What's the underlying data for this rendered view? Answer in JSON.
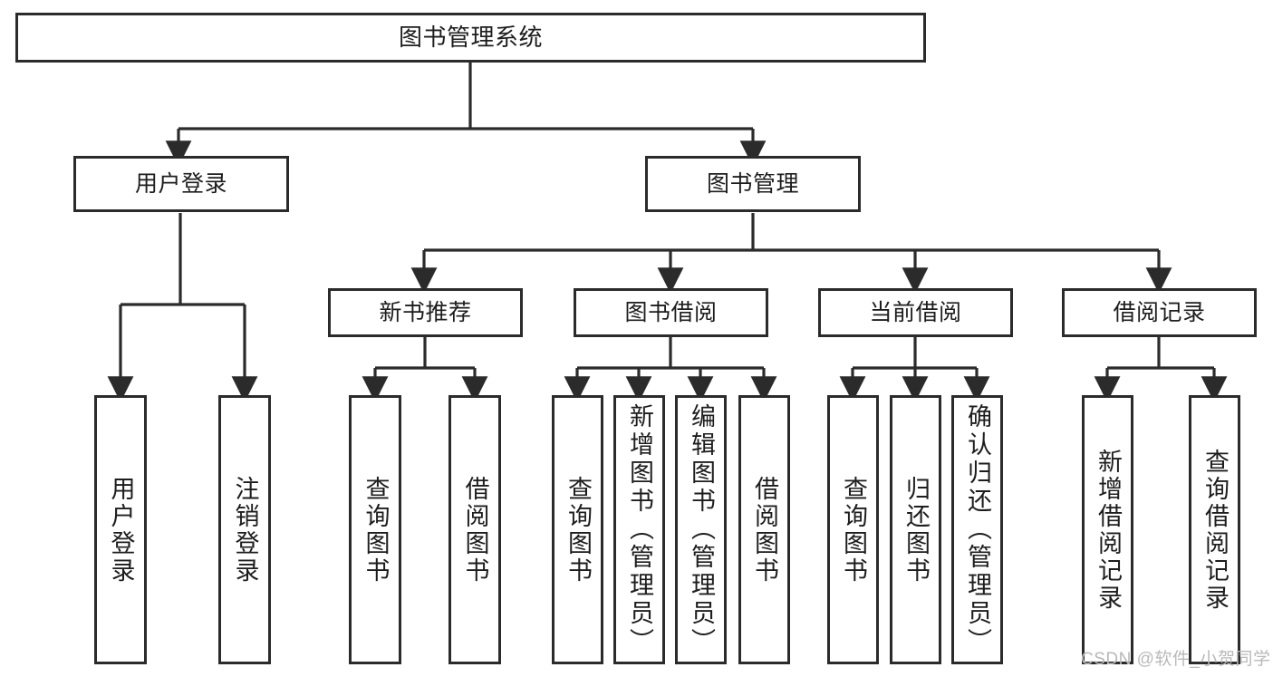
{
  "diagram": {
    "title": "图书管理系统",
    "type": "tree-hierarchy-chart",
    "root": {
      "id": "root",
      "label": "图书管理系统"
    },
    "level2": [
      {
        "id": "user-login",
        "label": "用户登录"
      },
      {
        "id": "book-manage",
        "label": "图书管理"
      }
    ],
    "level3": [
      {
        "id": "new-book-recommend",
        "label": "新书推荐"
      },
      {
        "id": "book-borrow",
        "label": "图书借阅"
      },
      {
        "id": "current-borrow",
        "label": "当前借阅"
      },
      {
        "id": "borrow-record",
        "label": "借阅记录"
      }
    ],
    "leaves": [
      {
        "id": "leaf-user-login",
        "label": "用户登录",
        "parent": "user-login"
      },
      {
        "id": "leaf-logout-login",
        "label": "注销登录",
        "parent": "user-login"
      },
      {
        "id": "leaf-query-book-1",
        "label": "查询图书",
        "parent": "new-book-recommend"
      },
      {
        "id": "leaf-borrow-book-1",
        "label": "借阅图书",
        "parent": "new-book-recommend"
      },
      {
        "id": "leaf-query-book-2",
        "label": "查询图书",
        "parent": "book-borrow"
      },
      {
        "id": "leaf-add-book",
        "label": "新增图书（管理员）",
        "parent": "book-borrow"
      },
      {
        "id": "leaf-edit-book",
        "label": "编辑图书（管理员）",
        "parent": "book-borrow"
      },
      {
        "id": "leaf-borrow-book-2",
        "label": "借阅图书",
        "parent": "book-borrow"
      },
      {
        "id": "leaf-query-book-3",
        "label": "查询图书",
        "parent": "current-borrow"
      },
      {
        "id": "leaf-return-book",
        "label": "归还图书",
        "parent": "current-borrow"
      },
      {
        "id": "leaf-confirm-return",
        "label": "确认归还（管理员）",
        "parent": "current-borrow"
      },
      {
        "id": "leaf-add-record",
        "label": "新增借阅记录",
        "parent": "borrow-record"
      },
      {
        "id": "leaf-query-record",
        "label": "查询借阅记录",
        "parent": "borrow-record"
      }
    ],
    "colors": {
      "border": "#2b2b2b",
      "fill": "#ffffff",
      "text": "#1d1d1d",
      "watermark": "#b9b9b9"
    }
  },
  "watermark": {
    "text": "CSDN @软件_小贺同学"
  }
}
